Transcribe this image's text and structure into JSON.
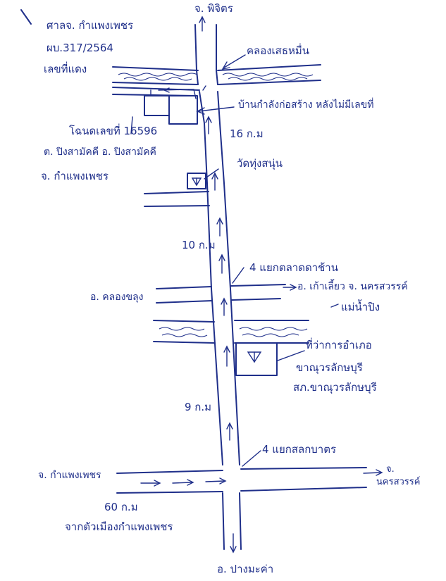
{
  "header": {
    "line1": "ศาลจ. กำแพงเพชร",
    "line2": "ผบ.317/2564",
    "line3": "เลขที่แดง"
  },
  "labels": {
    "north": "จ. พิจิตร",
    "canal": "คลองเสธหมื่น",
    "house": "บ้านกำลังก่อสร้าง หลังไม่มีเลขที่",
    "km16": "16 ก.ม",
    "deed": "โฉนดเลขที่ 16596",
    "deed_loc": "ต. ปิงสามัคคี อ. ปิงสามัคคี",
    "province_w": "จ. กำแพงเพชร",
    "temple": "วัดทุ่งสนุ่น",
    "km10": "10 ก.ม",
    "junction1": "4 แยกตลาดดาช้าน",
    "west1": "อ. คลองขลุง",
    "east1": "อ. เก้าเลี้ยว จ. นครสวรรค์",
    "river": "แม่น้ำปิง",
    "office1": "ที่ว่าการอำเภอ",
    "office2": "ขาณุวรลักษบุรี",
    "office3": "สภ.ขาณุวรลักษบุรี",
    "km9": "9 ก.ม",
    "junction2": "4 แยกสลกบาตร",
    "west2": "จ. กำแพงเพชร",
    "east2a": "จ.",
    "east2b": "นครสวรรค์",
    "km60": "60 ก.ม",
    "from_city": "จากตัวเมืองกำแพงเพชร",
    "south": "อ. ปางมะค่า"
  },
  "colors": {
    "ink": "#1f2f8a",
    "paper": "#ffffff"
  },
  "icons": [
    "temple-icon",
    "office-icon",
    "arrow-icon"
  ]
}
